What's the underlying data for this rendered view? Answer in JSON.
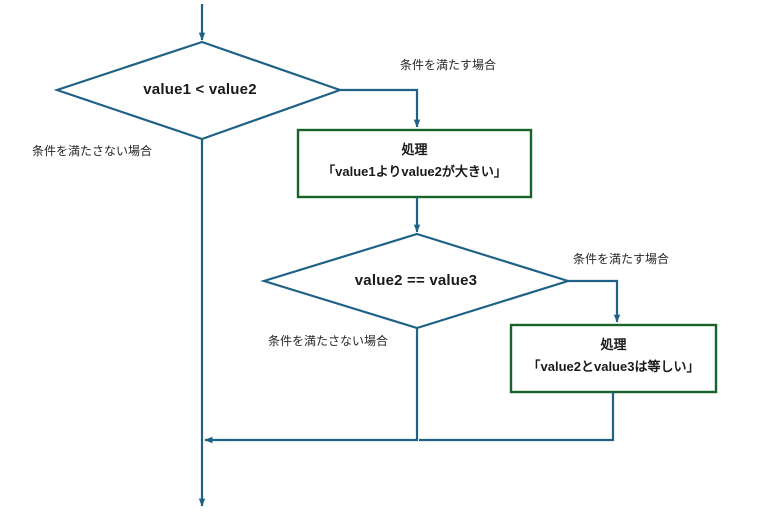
{
  "diagram": {
    "title": "value1 value2 value3 condition flowchart",
    "colors": {
      "flow_line": "#1f6286",
      "process_border": "#17632a",
      "node_fill": "#ffffff",
      "text": "#1a1a1a",
      "background": "#ffffff"
    },
    "nodes": {
      "decision1": {
        "shape": "diamond",
        "label": "value1 < value2"
      },
      "process1": {
        "shape": "rectangle",
        "label_line1": "処理",
        "label_line2": "「value1よりvalue2が大きい」"
      },
      "decision2": {
        "shape": "diamond",
        "label": "value2 == value3"
      },
      "process2": {
        "shape": "rectangle",
        "label_line1": "処理",
        "label_line2": "「value2とvalue3は等しい」"
      }
    },
    "edge_labels": {
      "decision1_true": "条件を満たす場合",
      "decision1_false": "条件を満たさない場合",
      "decision2_true": "条件を満たす場合",
      "decision2_false": "条件を満たさない場合"
    }
  }
}
